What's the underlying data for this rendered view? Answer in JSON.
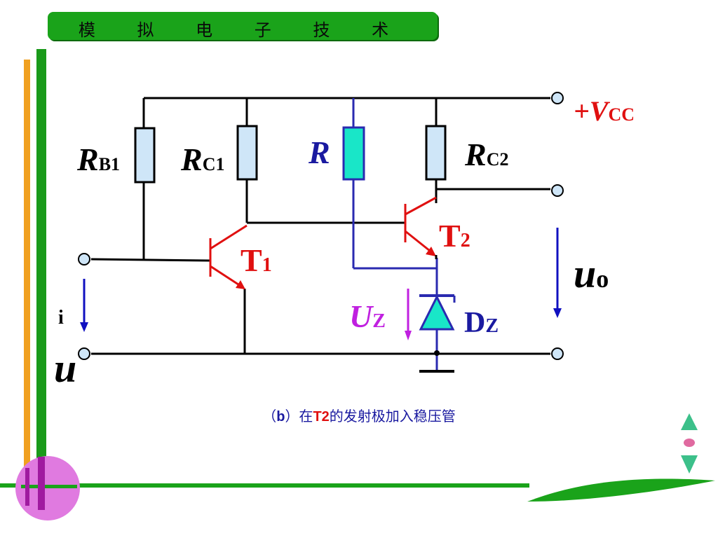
{
  "header": {
    "title": "模 拟 电 子 技 术"
  },
  "circuit": {
    "labels": {
      "vcc_main": "+V",
      "vcc_sub": "CC",
      "rb1_main": "R",
      "rb1_sub": "B1",
      "rc1_main": "R",
      "rc1_sub": "C1",
      "r_main": "R",
      "rc2_main": "R",
      "rc2_sub": "C2",
      "t1_main": "T",
      "t1_sub": "1",
      "t2_main": "T",
      "t2_sub": "2",
      "uz_main": "U",
      "uz_sub": "Z",
      "dz_main": "D",
      "dz_sub": "Z",
      "uo_main": "u",
      "uo_sub": "o",
      "ui_main": "u",
      "ui_sub": "i"
    }
  },
  "caption": {
    "open": "（",
    "b": "b",
    "mid": "）在",
    "t2": "T2",
    "rest": "的发射极加入稳压管"
  },
  "colors": {
    "header_green": "#1aa31a",
    "wire": "#000000",
    "resistor_fill": "#cfe6f8",
    "r_fill": "#19e6c8",
    "transistor": "#e01010",
    "stabilizer_wire": "#2a2ab0",
    "vcc_label": "#e01010",
    "r_label": "#1a1aa0",
    "uz_label": "#c020e0",
    "arrow_blue": "#1010c0"
  }
}
